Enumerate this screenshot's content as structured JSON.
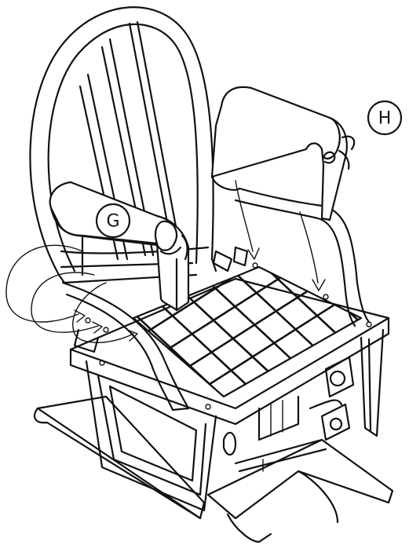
{
  "diagram": {
    "labels": [
      {
        "id": "G",
        "text": "G"
      },
      {
        "id": "H",
        "text": "H"
      }
    ],
    "colors": {
      "line": "#111111",
      "background": "#ffffff"
    }
  }
}
